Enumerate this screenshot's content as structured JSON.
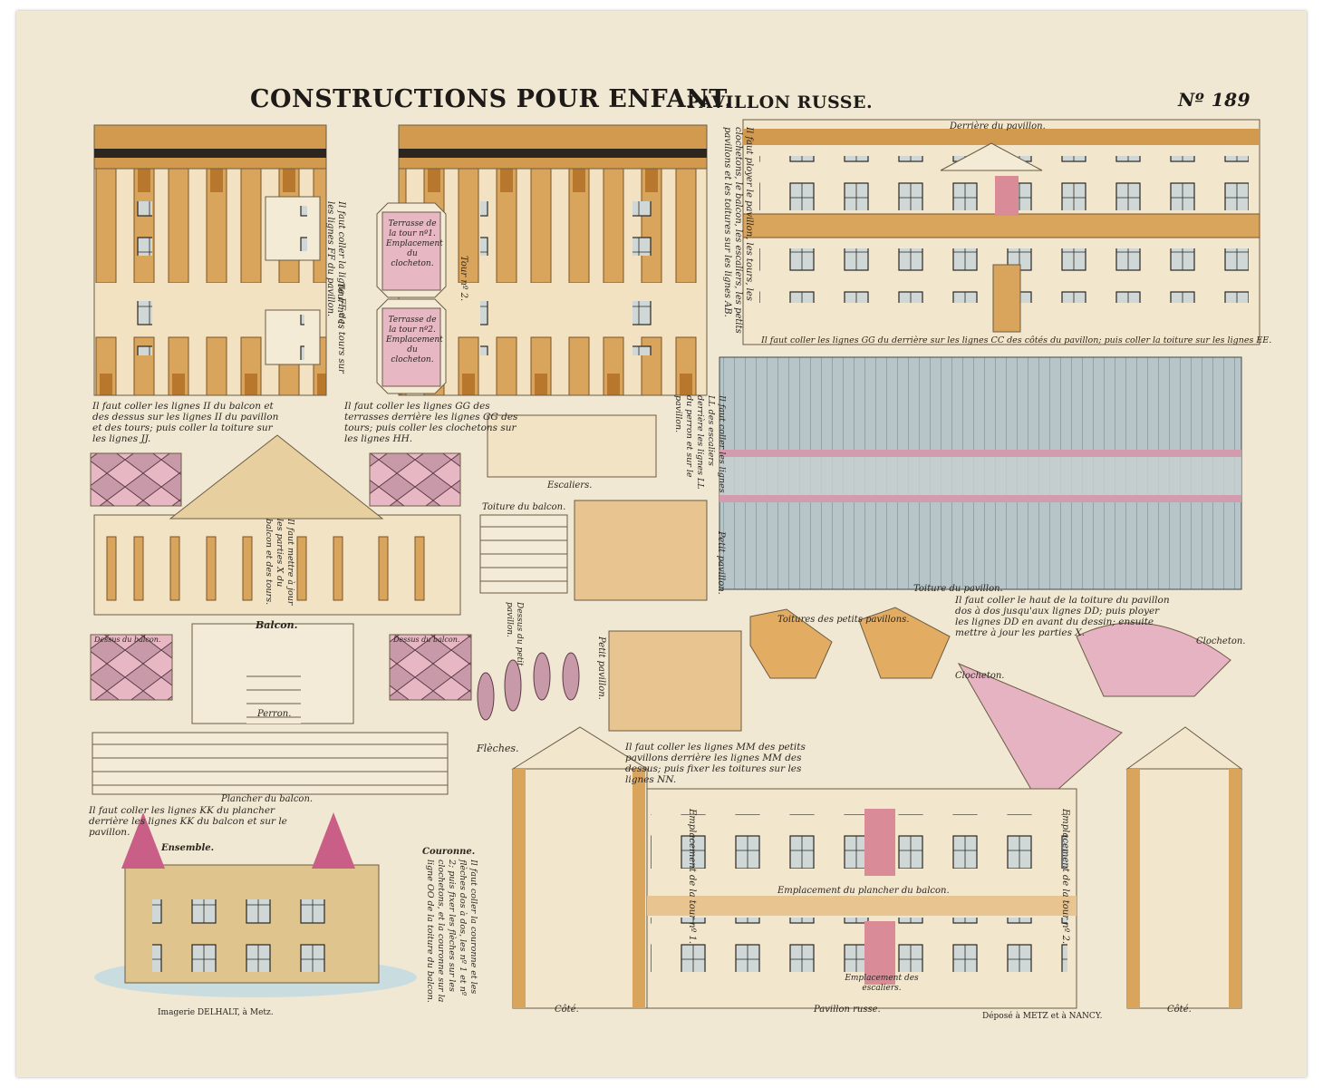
{
  "header": {
    "title": "CONSTRUCTIONS POUR ENFANT.",
    "subtitle": "PAVILLON RUSSE.",
    "number": "Nº 189"
  },
  "labels": {
    "derriere": "Derrière du pavillon.",
    "terrasse1": "Terrasse de la tour nº1. Emplacement du clocheton.",
    "terrasse2": "Terrasse de la tour nº2. Emplacement du clocheton.",
    "tour1": "Tour nº 1.",
    "tour2": "Tour nº 2.",
    "escaliers": "Escaliers.",
    "toiture_balcon": "Toiture du balcon.",
    "dessus_petit": "Dessus du petit pavillon.",
    "petit_pavillon": "Petit pavillon.",
    "toiture_pavillon": "Toiture du pavillon.",
    "toitures_petits": "Toitures des petits pavillons.",
    "clocheton": "Clocheton.",
    "balcon": "Balcon.",
    "perron": "Perron.",
    "dessus_balcon": "Dessus du balcon.",
    "plancher": "Plancher du balcon.",
    "fleches": "Flèches.",
    "ensemble": "Ensemble.",
    "couronne": "Couronne.",
    "emplacement_plancher": "Emplacement du plancher du balcon.",
    "emplacement_tour1": "Emplacement de la tour nº 1.",
    "emplacement_tour2": "Emplacement de la tour nº 2.",
    "emplacement_escaliers": "Emplacement des escaliers.",
    "cote": "Côté.",
    "pavillon_russe": "Pavillon russe.",
    "imagerie": "Imagerie DELHALT, à Metz.",
    "depose": "Déposé à METZ et à NANCY."
  },
  "notes": {
    "n1": "Il faut coller les lignes II du balcon et des dessus sur les lignes II du pavillon et des tours; puis coller la toiture sur les lignes JJ.",
    "n2": "Il faut coller les lignes GG des terrasses derrière les lignes GG des tours; puis coller les clochetons sur les lignes HH.",
    "n3": "Il faut coller les lignes GG du derrière sur les lignes CC des côtés du pavillon; puis coller la toiture sur les lignes EE.",
    "n4": "Il faut coller le haut de la toiture du pavillon dos à dos jusqu'aux lignes DD; puis ployer les lignes DD en avant du dessin; ensuite mettre à jour les parties X.",
    "n5": "Il faut coller les lignes MM des petits pavillons derrière les lignes MM des dessus; puis fixer les toitures sur les lignes NN.",
    "n6": "Il faut coller les lignes KK du plancher derrière les lignes KK du balcon et sur le pavillon.",
    "v1": "Il faut coller la ligne FF des tours sur les lignes FF du pavillon.",
    "v2": "Il faut ployer le pavillon, les tours, les clochetons, le balcon, les escaliers, les petits pavillons et les toitures sur les lignes AB.",
    "v3": "Il faut coller les lignes LL des escaliers derrière les lignes LL du perron et sur le pavillon.",
    "v4": "Il faut mettre à jour les parties X du balcon et des tours.",
    "v5": "Il faut coller la couronne et les flèches dos à dos, les nº 1 et nº 2; puis fixer les flèches sur les clochetons, et la couronne sur la ligne OO de la toiture du balcon."
  },
  "colors": {
    "paper": "#f1e8d3",
    "ochre": "#d9a45c",
    "ochre_dark": "#b7782e",
    "pink": "#e8b7c4",
    "roof_blue": "#aab9bd",
    "ink": "#2b2620"
  }
}
